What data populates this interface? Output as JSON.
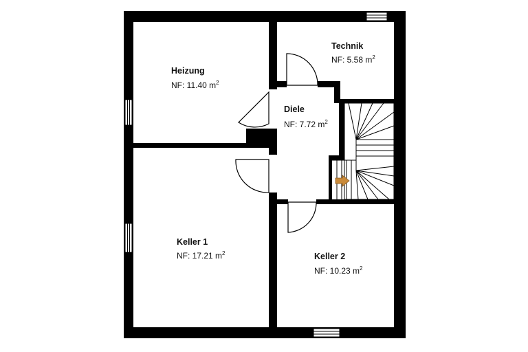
{
  "colors": {
    "wall": "#000000",
    "background": "#ffffff",
    "door_swing": "#000000",
    "window_glass": "#ffffff",
    "direction_arrow": "#c98a3a"
  },
  "rooms": [
    {
      "id": "heizung",
      "name": "Heizung",
      "area": "NF: 11.40 m",
      "unit_sup": "2"
    },
    {
      "id": "technik",
      "name": "Technik",
      "area": "NF: 5.58 m",
      "unit_sup": "2"
    },
    {
      "id": "diele",
      "name": "Diele",
      "area": "NF: 7.72 m",
      "unit_sup": "2"
    },
    {
      "id": "keller1",
      "name": "Keller 1",
      "area": "NF: 17.21 m",
      "unit_sup": "2"
    },
    {
      "id": "keller2",
      "name": "Keller 2",
      "area": "NF: 10.23 m",
      "unit_sup": "2"
    }
  ],
  "stair": {
    "direction_icon": "arrow-right-icon"
  }
}
